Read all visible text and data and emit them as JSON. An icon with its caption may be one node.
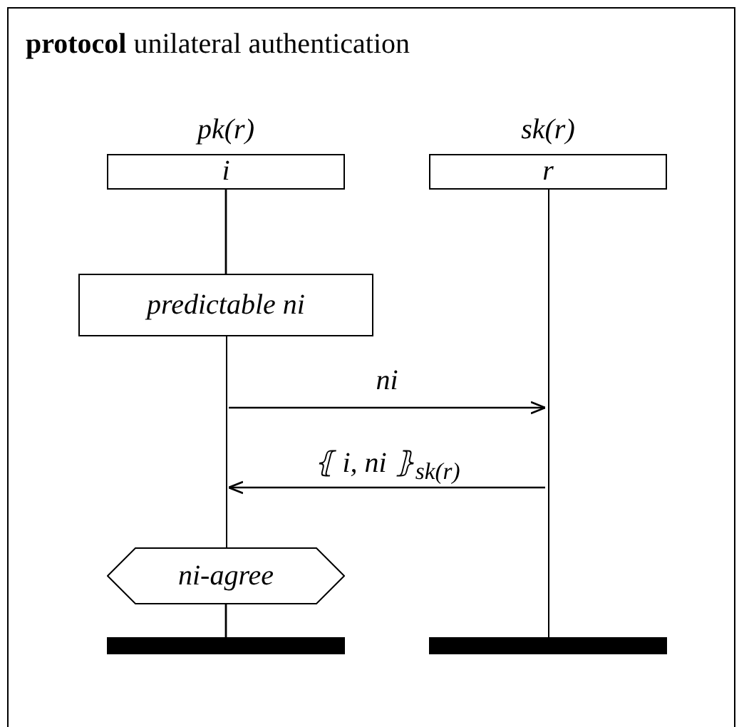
{
  "diagram": {
    "title": "**protocol** unilateral authentication",
    "nodes": [
      {
        "text": [
          "pk(r)",
          "i"
        ]
      },
      {
        "text": [
          "sk(r)",
          "r"
        ]
      },
      {
        "text": [
          "predictable ni"
        ]
      },
      {
        "text": [
          "ni-agree"
        ]
      },
      {
        "text": [],
        "shape": "bar"
      },
      {
        "text": [],
        "shape": "bar"
      },
      {
        "text": [],
        "shape": "line"
      },
      {
        "text": [],
        "shape": "line"
      }
    ],
    "edges": [
      {
        "from": 0,
        "to": 2,
        "arrow": "none"
      },
      {
        "from": 3,
        "to": 4,
        "arrow": "none"
      },
      {
        "from": 6,
        "to": 7,
        "arrow": "to",
        "label": "ni"
      },
      {
        "from": 7,
        "to": 6,
        "arrow": "to",
        "label": "⦃ i, ni ⦄$_{sk(r)}$"
      }
    ]
  }
}
